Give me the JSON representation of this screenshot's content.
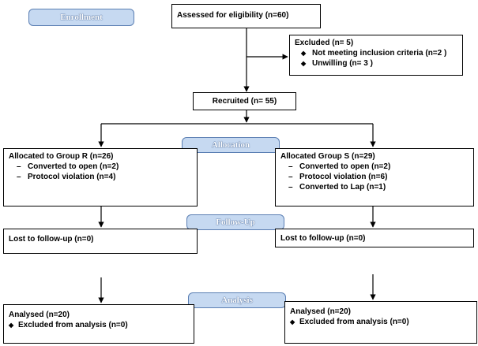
{
  "stages": {
    "enrollment": "Enrollment",
    "allocation": "Allocation",
    "follow_up": "Follow-Up",
    "analysis": "Analysis"
  },
  "assessed": "Assessed for eligibility (n=60)",
  "excluded": {
    "title": "Excluded  (n= 5)",
    "items": [
      "Not meeting inclusion criteria (n=2 )",
      "Unwilling  (n= 3 )"
    ]
  },
  "recruited": "Recruited (n= 55)",
  "group_r": {
    "allocated": "Allocated to Group R (n=26)",
    "items": [
      "Converted to open (n=2)",
      "Protocol violation (n=4)"
    ],
    "lost": "Lost to follow-up (n=0)",
    "analysed": "Analysed  (n=20)",
    "excluded_analysis": "Excluded from analysis (n=0)"
  },
  "group_s": {
    "allocated": "Allocated Group S (n=29)",
    "items": [
      "Converted to open (n=2)",
      "Protocol violation (n=6)",
      "Converted to Lap (n=1)"
    ],
    "lost": "Lost to follow-up (n=0)",
    "analysed": "Analysed  (n=20)",
    "excluded_analysis": "Excluded from analysis (n=0)"
  },
  "colors": {
    "stage_fill": "#c6d9f1",
    "stage_border": "#5b7fb3",
    "line": "#000000"
  }
}
